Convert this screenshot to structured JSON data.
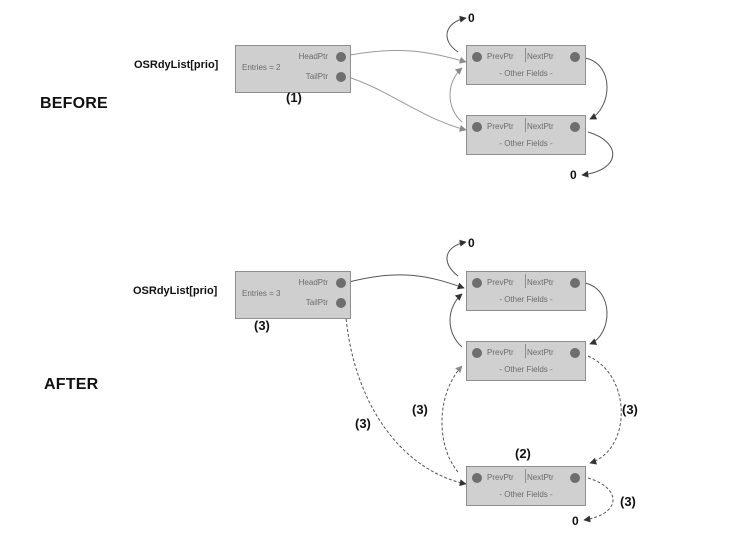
{
  "before": {
    "section_label": "BEFORE",
    "list_label": "OSRdyList[prio]",
    "rdy": {
      "entries": "Entries = 2",
      "head": "HeadPtr",
      "tail": "TailPtr"
    },
    "step": "(1)",
    "tcbs": [
      {
        "prev": "PrevPtr",
        "next": "NextPtr",
        "other": "- Other Fields -"
      },
      {
        "prev": "PrevPtr",
        "next": "NextPtr",
        "other": "- Other Fields -"
      }
    ],
    "null_top": "0",
    "null_bottom": "0"
  },
  "after": {
    "section_label": "AFTER",
    "list_label": "OSRdyList[prio]",
    "rdy": {
      "entries": "Entries = 3",
      "head": "HeadPtr",
      "tail": "TailPtr"
    },
    "tcbs": [
      {
        "prev": "PrevPtr",
        "next": "NextPtr",
        "other": "- Other Fields -"
      },
      {
        "prev": "PrevPtr",
        "next": "NextPtr",
        "other": "- Other Fields -"
      },
      {
        "prev": "PrevPtr",
        "next": "NextPtr",
        "other": "- Other Fields -"
      }
    ],
    "null_top": "0",
    "null_bottom": "0",
    "steps": {
      "rdy": "(3)",
      "tail_link": "(3)",
      "prev_link": "(3)",
      "next_link": "(3)",
      "new_tcb": "(2)",
      "new_next_null": "(3)"
    }
  }
}
